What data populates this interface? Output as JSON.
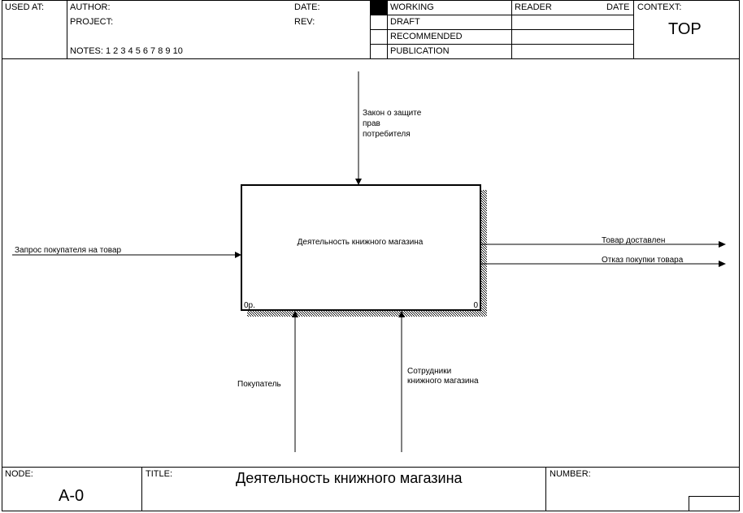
{
  "header": {
    "used_at": "USED AT:",
    "author": "AUTHOR:",
    "project": "PROJECT:",
    "date": "DATE:",
    "rev": "REV:",
    "notes": "NOTES:  1  2  3  4  5  6  7  8  9  10",
    "status": [
      "WORKING",
      "DRAFT",
      "RECOMMENDED",
      "PUBLICATION"
    ],
    "reader": "READER",
    "reader_date": "DATE",
    "context_label": "CONTEXT:",
    "context_value": "TOP"
  },
  "diagram": {
    "box_title": "Деятельность книжного магазина",
    "box_cost": "0р.",
    "box_number": "0",
    "control": [
      "Закон о защите",
      "прав",
      "потребителя"
    ],
    "input": "Запрос покупателя на товар",
    "outputs": [
      "Товар доставлен",
      "Отказ покупки товара"
    ],
    "mechanisms": [
      [
        "Покупатель"
      ],
      [
        "Сотрудники",
        "книжного магазина"
      ]
    ]
  },
  "footer": {
    "node_label": "NODE:",
    "node_value": "A-0",
    "title_label": "TITLE:",
    "title_value": "Деятельность книжного магазина",
    "number_label": "NUMBER:"
  }
}
